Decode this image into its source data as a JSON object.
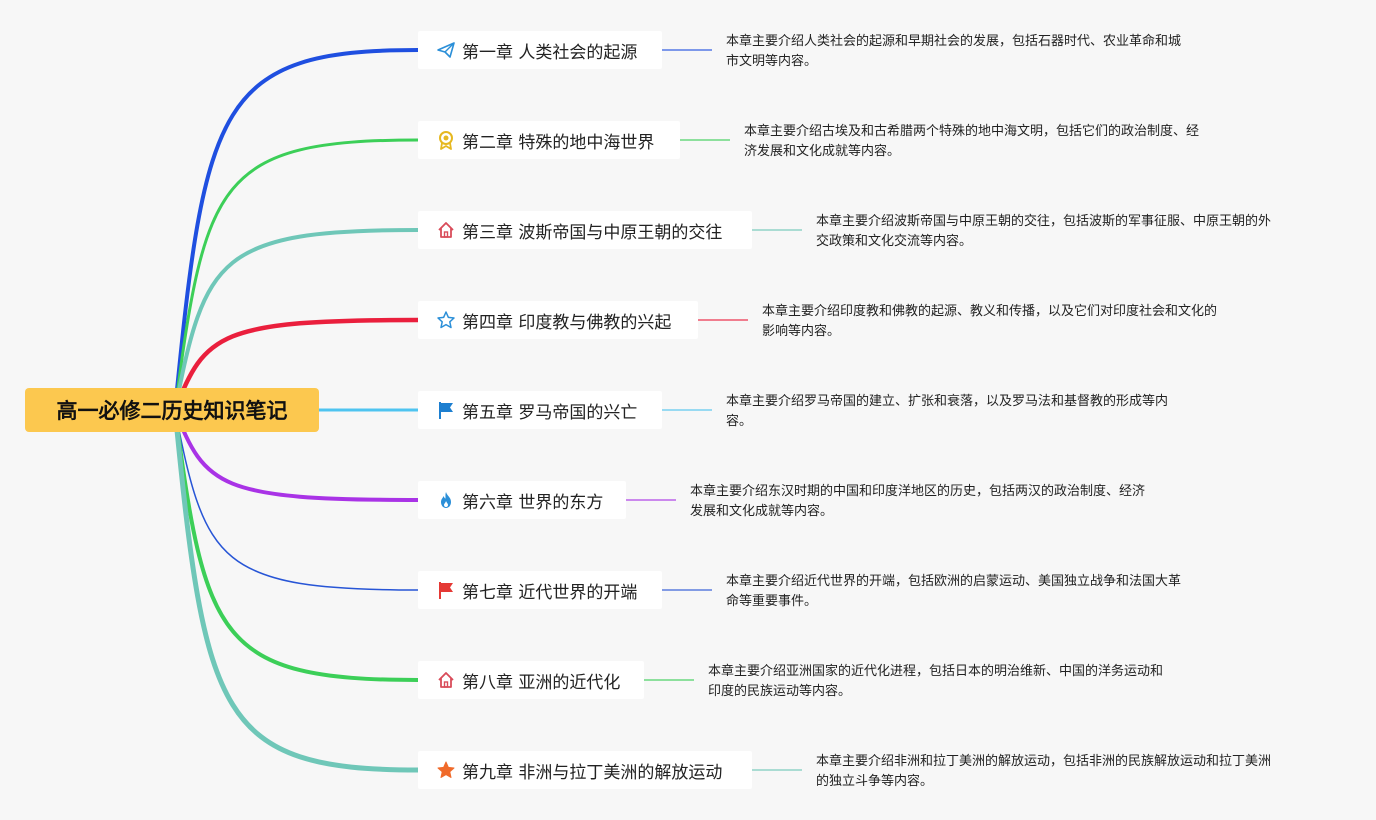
{
  "root": {
    "title": "高一必修二历史知识笔记"
  },
  "chapters": [
    {
      "title": "第一章 人类社会的起源",
      "icon": "paper-plane-icon",
      "color": "#1f4fe0",
      "desc": [
        "本章主要介绍人类社会的起源和早期社会的发展，包括石器时代、农业革命和城",
        "市文明等内容。"
      ]
    },
    {
      "title": "第二章 特殊的地中海世界",
      "icon": "award-ribbon-icon",
      "color": "#3ccf58",
      "desc": [
        "本章主要介绍古埃及和古希腊两个特殊的地中海文明，包括它们的政治制度、经",
        "济发展和文化成就等内容。"
      ]
    },
    {
      "title": "第三章 波斯帝国与中原王朝的交往",
      "icon": "home-icon",
      "color": "#6fc7b8",
      "desc": [
        "本章主要介绍波斯帝国与中原王朝的交往，包括波斯的军事征服、中原王朝的外",
        "交政策和文化交流等内容。"
      ]
    },
    {
      "title": "第四章 印度教与佛教的兴起",
      "icon": "star-outline-icon",
      "color": "#ea1f3d",
      "desc": [
        "本章主要介绍印度教和佛教的起源、教义和传播，以及它们对印度社会和文化的",
        "影响等内容。"
      ]
    },
    {
      "title": "第五章 罗马帝国的兴亡",
      "icon": "flag-icon",
      "color": "#4fc4f0",
      "desc": [
        "本章主要介绍罗马帝国的建立、扩张和衰落，以及罗马法和基督教的形成等内",
        "容。"
      ]
    },
    {
      "title": "第六章 世界的东方",
      "icon": "fire-icon",
      "color": "#a933e6",
      "desc": [
        "本章主要介绍东汉时期的中国和印度洋地区的历史，包括两汉的政治制度、经济",
        "发展和文化成就等内容。"
      ]
    },
    {
      "title": "第七章 近代世界的开端",
      "icon": "red-flag-icon",
      "color": "#2755d6",
      "desc": [
        "本章主要介绍近代世界的开端，包括欧洲的启蒙运动、美国独立战争和法国大革",
        "命等重要事件。"
      ]
    },
    {
      "title": "第八章 亚洲的近代化",
      "icon": "home-icon",
      "color": "#3ccf58",
      "desc": [
        "本章主要介绍亚洲国家的近代化进程，包括日本的明治维新、中国的洋务运动和",
        "印度的民族运动等内容。"
      ]
    },
    {
      "title": "第九章 非洲与拉丁美洲的解放运动",
      "icon": "star-filled-icon",
      "color": "#6fc7b8",
      "desc": [
        "本章主要介绍非洲和拉丁美洲的解放运动，包括非洲的民族解放运动和拉丁美洲",
        "的独立斗争等内容。"
      ]
    }
  ]
}
